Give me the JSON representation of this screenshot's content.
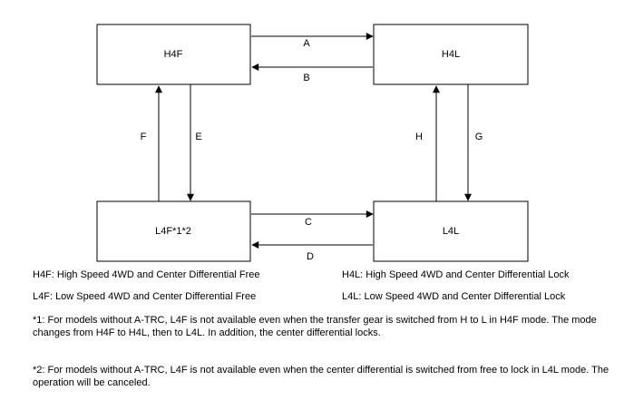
{
  "modes": {
    "h4f": "H4F",
    "h4l": "H4L",
    "l4f": "L4F*1*2",
    "l4l": "L4L"
  },
  "transitions": {
    "a": "A",
    "b": "B",
    "c": "C",
    "d": "D",
    "e": "E",
    "f": "F",
    "g": "G",
    "h": "H"
  },
  "legend": {
    "h4f": "H4F: High Speed 4WD and Center Differential Free",
    "h4l": "H4L: High Speed 4WD and Center Differential Lock",
    "l4f": "L4F: Low Speed 4WD and Center Differential Free",
    "l4l": "L4L: Low Speed 4WD and Center Differential Lock"
  },
  "notes": {
    "note1": "*1: For models without A-TRC, L4F is not available even when the transfer gear is switched from H to L in H4F mode. The mode changes from H4F to H4L, then to L4L. In addition, the center differential locks.",
    "note2": "*2: For models without A-TRC, L4F is not available even when the center differential is switched from free to lock in L4L mode. The operation will be canceled."
  }
}
